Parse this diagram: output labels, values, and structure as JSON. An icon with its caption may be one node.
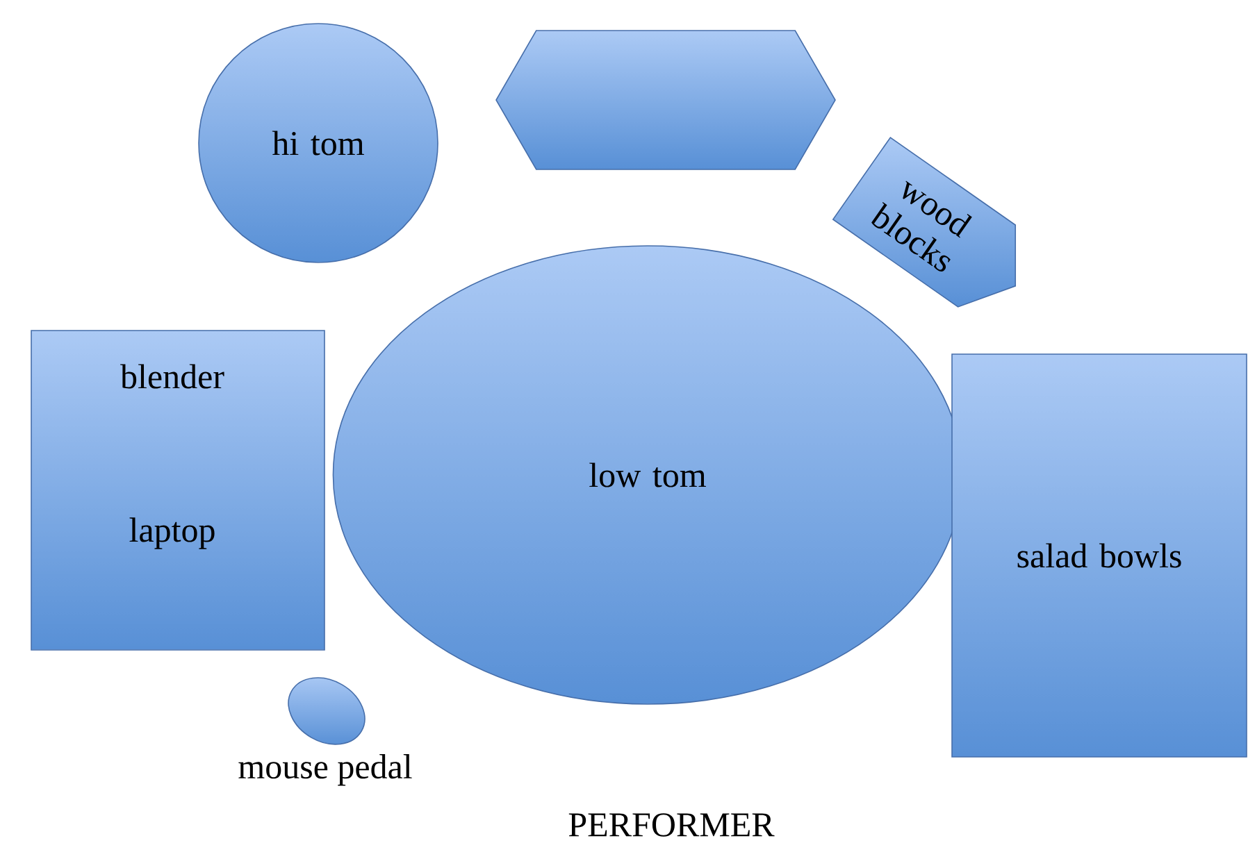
{
  "diagram": {
    "nodes": [
      {
        "text": [
          "hi tom"
        ]
      },
      {
        "text": [],
        "shape": "hexagon"
      },
      {
        "text": [
          "wood blocks"
        ]
      },
      {
        "text": [
          "blender",
          "laptop"
        ]
      },
      {
        "text": [
          "low tom"
        ]
      },
      {
        "text": [
          "salad bowls"
        ]
      },
      {
        "text": [],
        "shape": "ellipse",
        "beside": [
          "mouse pedal"
        ]
      }
    ],
    "edges": [],
    "labels": [
      "PERFORMER"
    ]
  }
}
